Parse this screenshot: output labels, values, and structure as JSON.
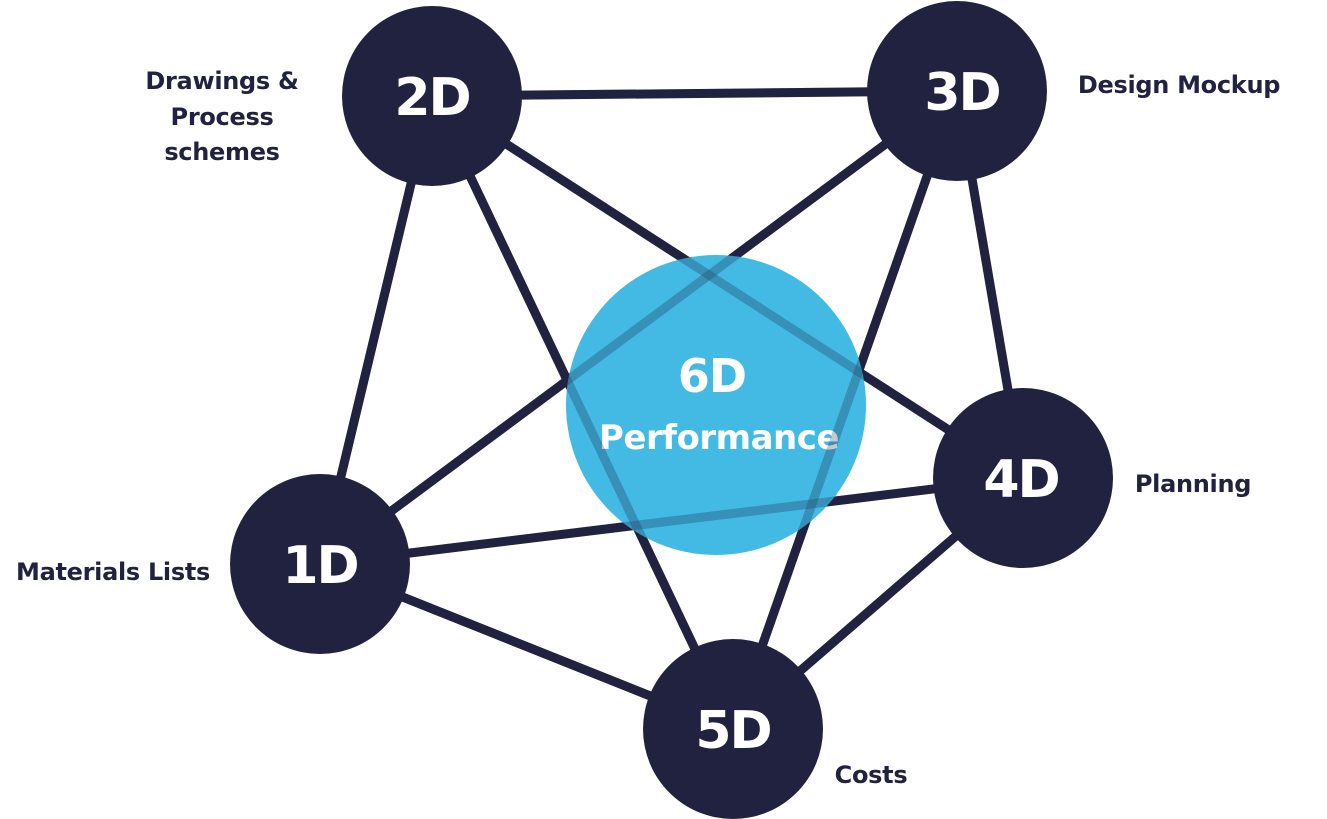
{
  "colors": {
    "node_fill": "#20223f",
    "edge": "#20223f",
    "center_fill": "#3fb9e3",
    "label_text": "#ffffff",
    "caption_text": "#20223f"
  },
  "center": {
    "title": "6D",
    "subtitle": "Performance"
  },
  "nodes": [
    {
      "id": "1d",
      "label": "1D",
      "caption": [
        "Materials Lists"
      ]
    },
    {
      "id": "2d",
      "label": "2D",
      "caption": [
        "Drawings &",
        "Process",
        "schemes"
      ]
    },
    {
      "id": "3d",
      "label": "3D",
      "caption": [
        "Design Mockup"
      ]
    },
    {
      "id": "4d",
      "label": "4D",
      "caption": [
        "Planning"
      ]
    },
    {
      "id": "5d",
      "label": "5D",
      "caption": [
        "Costs"
      ]
    }
  ],
  "edges": [
    [
      "2d",
      "3d"
    ],
    [
      "2d",
      "1d"
    ],
    [
      "2d",
      "4d"
    ],
    [
      "2d",
      "5d"
    ],
    [
      "3d",
      "1d"
    ],
    [
      "3d",
      "4d"
    ],
    [
      "3d",
      "5d"
    ],
    [
      "1d",
      "4d"
    ],
    [
      "1d",
      "5d"
    ],
    [
      "4d",
      "5d"
    ]
  ]
}
